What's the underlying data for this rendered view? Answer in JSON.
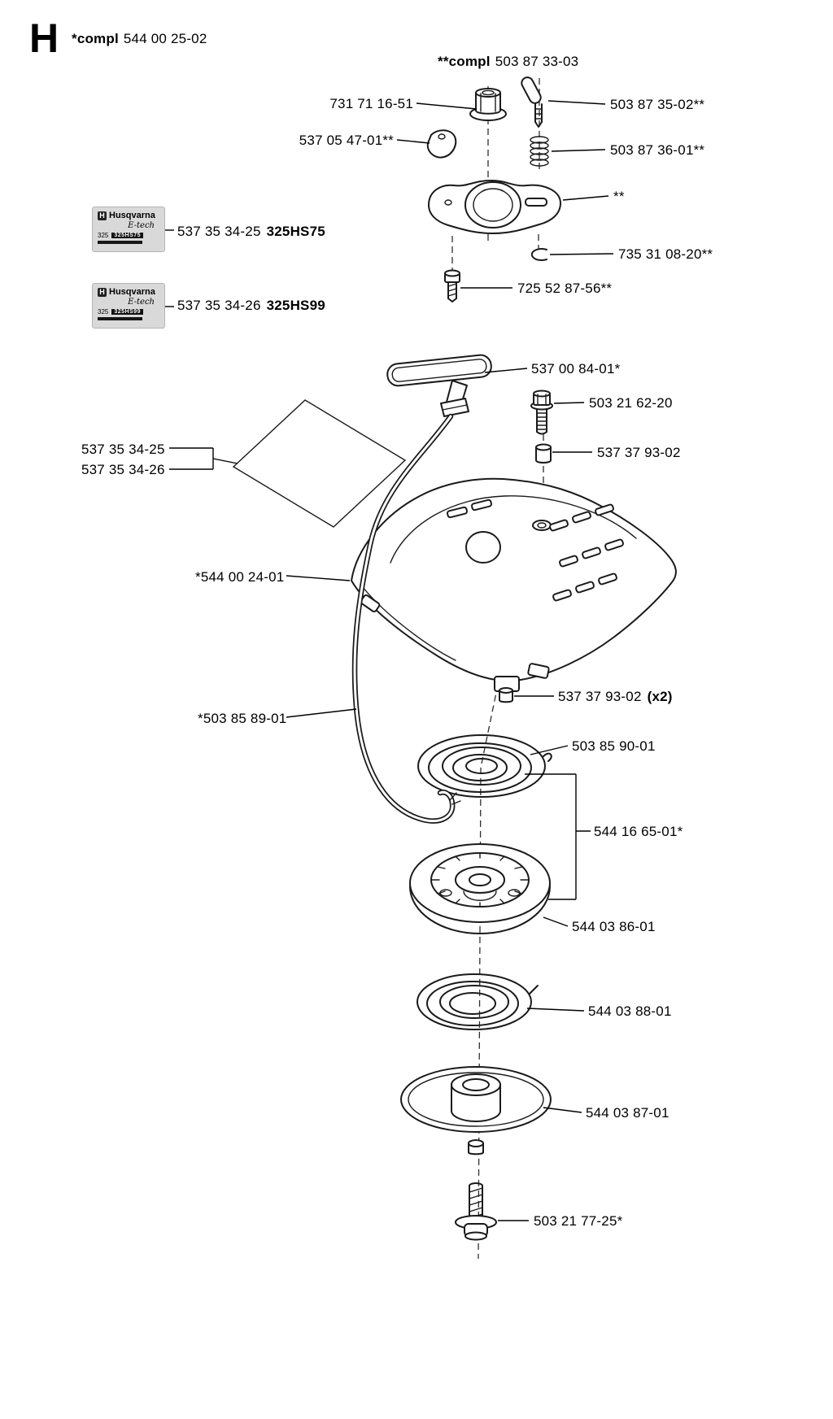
{
  "header": {
    "section_letter": "H",
    "assembly_prefix": "*compl",
    "assembly_number": "544 00 25-02",
    "subassembly_prefix": "**compl",
    "subassembly_number": "503 87 33-03"
  },
  "decals": [
    {
      "part_number": "537 35 34-25",
      "model": "325HS75",
      "brand": "Husqvarna",
      "series": "E-tech",
      "size": "325",
      "code": "325HS75",
      "logo_glyph": "H"
    },
    {
      "part_number": "537 35 34-26",
      "model": "325HS99",
      "brand": "Husqvarna",
      "series": "E-tech",
      "size": "325",
      "code": "325HS99",
      "logo_glyph": "H"
    }
  ],
  "labels": {
    "nut": "731 71 16-51",
    "pawl_spacer": "537 05 47-01**",
    "starter_pawl": "503 87 35-02**",
    "pawl_spring": "503 87 36-01**",
    "starter_cup_ref": "**",
    "circlip": "735 31 08-20**",
    "cup_screw": "725 52 87-56**",
    "starter_handle": "537 00 84-01*",
    "housing_screw": "503 21 62-20",
    "bushing": "537 37 93-02",
    "decal_pos_a": "537 35 34-25",
    "decal_pos_b": "537 35 34-26",
    "starter_housing": "*544 00 24-01",
    "bushing2_number": "537 37 93-02",
    "bushing2_qty": "(x2)",
    "starter_rope": "*503 85 89-01",
    "recoil_spring": "503 85 90-01",
    "spring_pulley_assembly": "544 16 65-01*",
    "pulley": "544 03 86-01",
    "drive_spring": "544 03 88-01",
    "drive_disc": "544 03 87-01",
    "bottom_screw": "503 21 77-25*"
  }
}
